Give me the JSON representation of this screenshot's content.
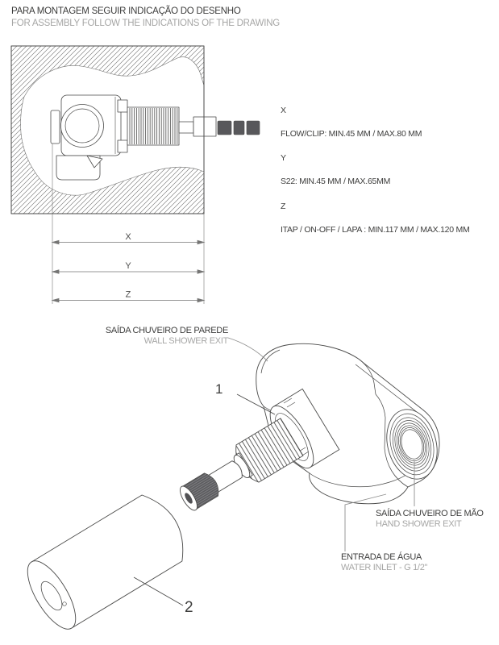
{
  "header": {
    "pt": "PARA MONTAGEM SEGUIR INDICAÇÃO DO DESENHO",
    "en": "FOR ASSEMBLY FOLLOW THE INDICATIONS OF THE DRAWING"
  },
  "dimension_labels": {
    "x": "X",
    "y": "Y",
    "z": "Z"
  },
  "specs": [
    {
      "text": "X"
    },
    {
      "text": "FLOW/CLIP: MIN.45 MM / MAX.80 MM"
    },
    {
      "text": "Y"
    },
    {
      "text": "S22: MIN.45 MM / MAX.65MM"
    },
    {
      "text": "Z"
    },
    {
      "text": "ITAP / ON-OFF / LAPA : MIN.117 MM / MAX.120 MM"
    }
  ],
  "callouts": {
    "wall_shower": {
      "pt": "SAÍDA CHUVEIRO DE PAREDE",
      "en": "WALL SHOWER EXIT"
    },
    "hand_shower": {
      "pt": "SAÍDA CHUVEIRO DE MÃO",
      "en": "HAND SHOWER EXIT"
    },
    "water_inlet": {
      "pt": "ENTRADA DE ÁGUA",
      "en": "WATER INLET - G 1/2\""
    },
    "part1": "1",
    "part2": "2"
  },
  "colors": {
    "text_dark": "#3d3d3c",
    "text_light": "#a6a6a5",
    "line": "#4a4a49",
    "leader": "#8f8f8e",
    "dark_metal": "#58585b"
  }
}
